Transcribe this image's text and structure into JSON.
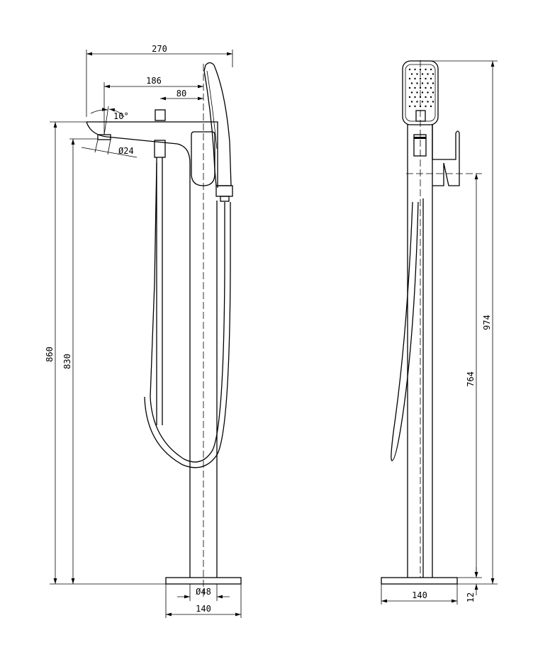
{
  "drawing": {
    "front_view": {
      "overall_width": "270",
      "spout_to_center": "186",
      "diverter_to_center": "80",
      "spout_angle": "10°",
      "outlet_diameter": "Ø24",
      "total_height": "860",
      "spout_height": "830",
      "pipe_diameter": "Ø48",
      "base_width": "140"
    },
    "side_view": {
      "total_height": "974",
      "lever_height": "764",
      "base_width": "140",
      "base_thickness": "12"
    },
    "line_color": "#000000"
  }
}
